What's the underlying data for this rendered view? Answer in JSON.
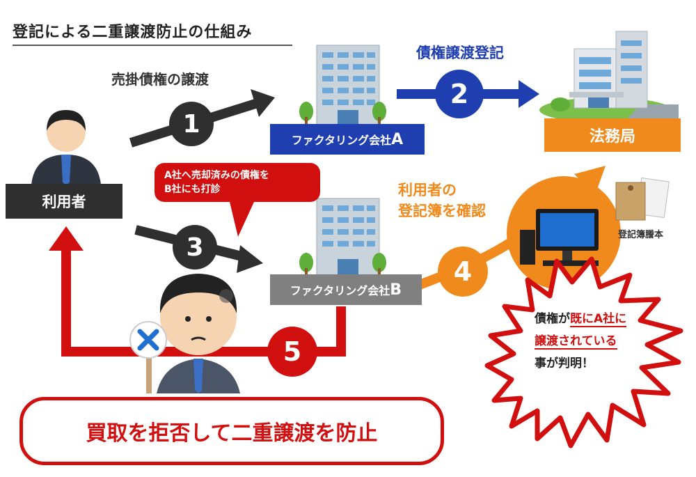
{
  "title": "登記による二重譲渡防止の仕組み",
  "actors": {
    "user": "利用者",
    "company_a": {
      "text": "ファクタリング会社",
      "suffix": "A"
    },
    "company_b": {
      "text": "ファクタリング会社",
      "suffix": "B"
    },
    "bureau": "法務局"
  },
  "steps": {
    "s1": {
      "num": "1",
      "label": "売掛債権の譲渡"
    },
    "s2": {
      "num": "2",
      "label": "債権譲渡登記"
    },
    "s3": {
      "num": "3",
      "bubble_line1": "A社へ売却済みの債権を",
      "bubble_line2": "B社にも打診"
    },
    "s4": {
      "num": "4",
      "label_line1": "利用者の",
      "label_line2": "登記簿を確認",
      "document": "登記簿謄本"
    },
    "s5": {
      "num": "5"
    }
  },
  "finding": {
    "line1_a": "債権が",
    "line1_b": "既にA社に",
    "line2": "譲渡されている",
    "line3": "事が判明！"
  },
  "result": "買取を拒否して二重譲渡を防止",
  "colors": {
    "dark": "#333333",
    "blue": "#1f3fb0",
    "orange": "#f08a1c",
    "red": "#d10f0f",
    "gray": "#808080"
  }
}
